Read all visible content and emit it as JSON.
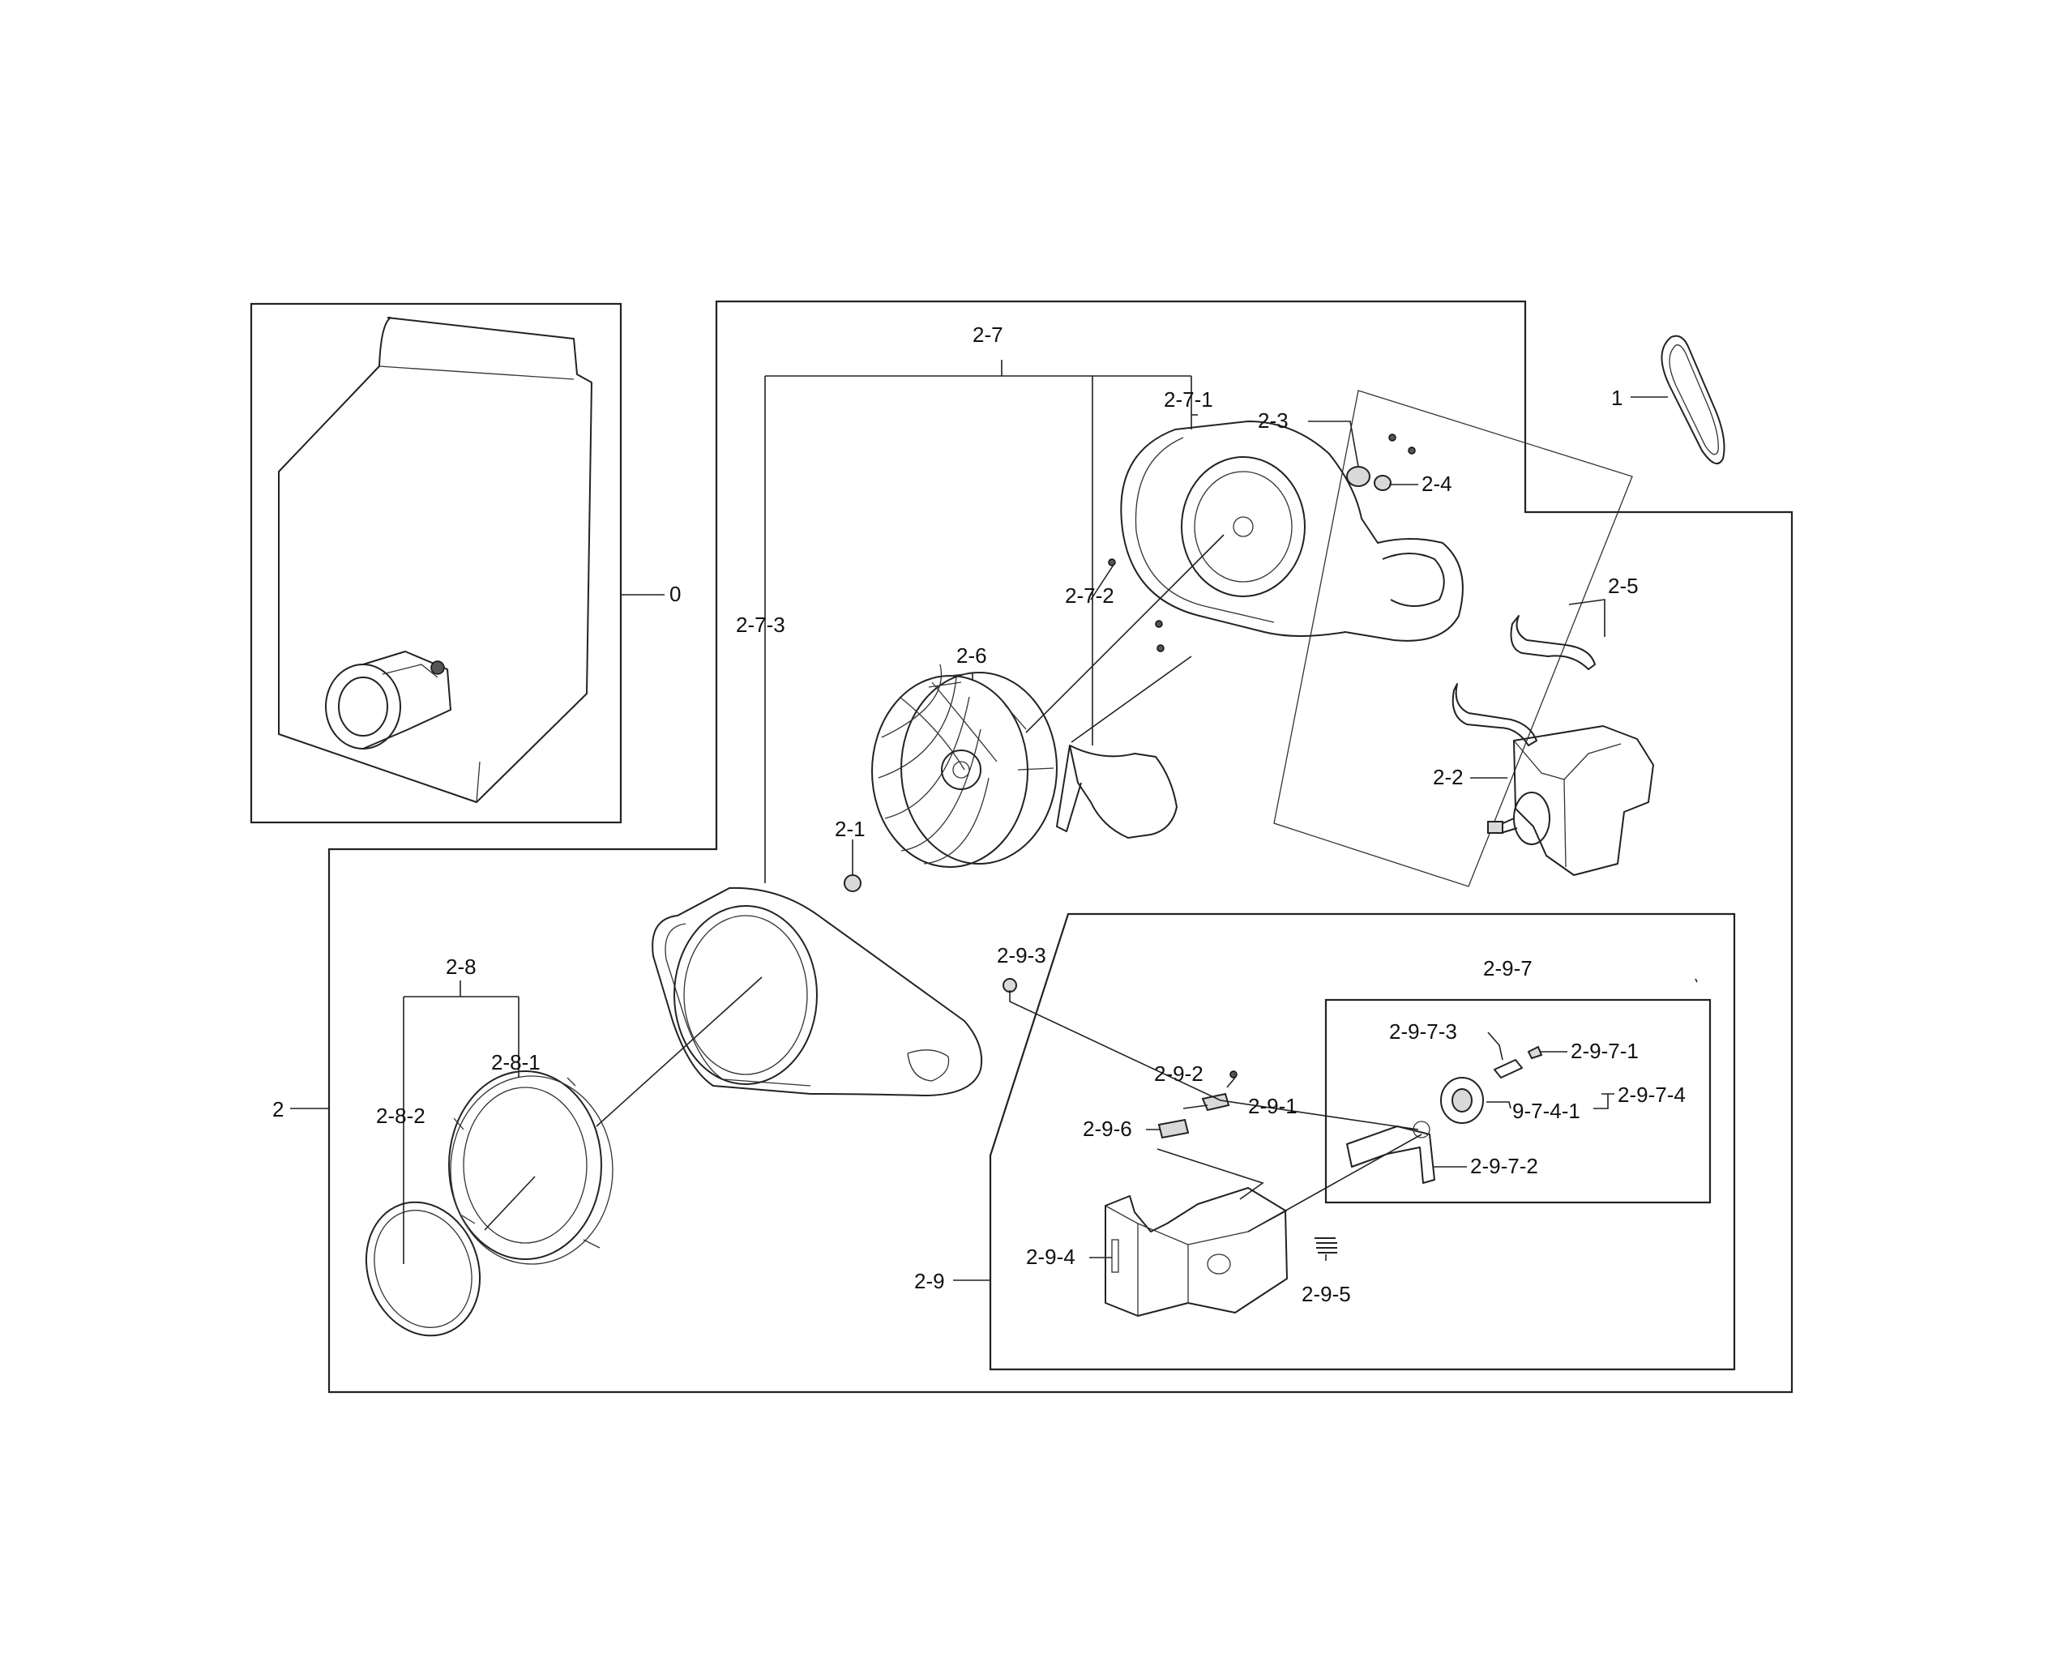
{
  "labels": {
    "l_0": "0",
    "l_1": "1",
    "l_2": "2",
    "l_2_1": "2-1",
    "l_2_2": "2-2",
    "l_2_3": "2-3",
    "l_2_4": "2-4",
    "l_2_5": "2-5",
    "l_2_6": "2-6",
    "l_2_7": "2-7",
    "l_2_7_1": "2-7-1",
    "l_2_7_2": "2-7-2",
    "l_2_7_3": "2-7-3",
    "l_2_8": "2-8",
    "l_2_8_1": "2-8-1",
    "l_2_8_2": "2-8-2",
    "l_2_9": "2-9",
    "l_2_9_1": "2-9-1",
    "l_2_9_2": "2-9-2",
    "l_2_9_3": "2-9-3",
    "l_2_9_4": "2-9-4",
    "l_2_9_5": "2-9-5",
    "l_2_9_6": "2-9-6",
    "l_2_9_7": "2-9-7",
    "l_2_9_7_1": "2-9-7-1",
    "l_2_9_7_2": "2-9-7-2",
    "l_2_9_7_3": "2-9-7-3",
    "l_2_9_7_4": "2-9-7-4",
    "l_9_7_4_1": "9-7-4-1"
  }
}
